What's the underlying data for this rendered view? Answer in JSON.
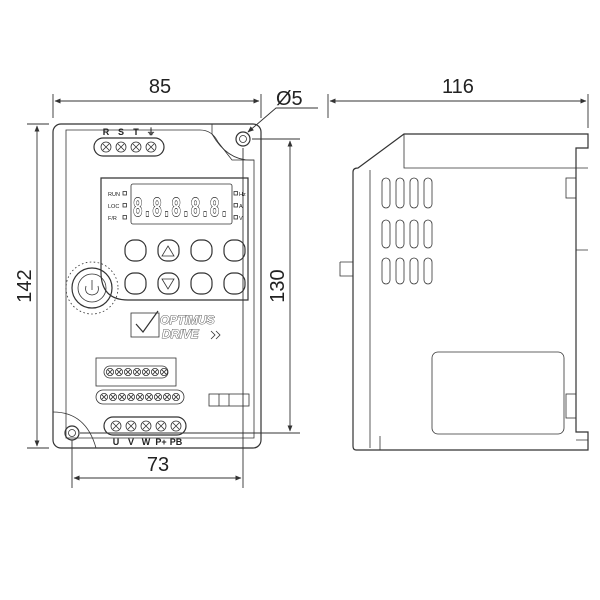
{
  "dimensions": {
    "top_width": "85",
    "hole_diameter": "Ø5",
    "side_depth": "116",
    "overall_height": "142",
    "hole_spacing_vertical": "130",
    "hole_spacing_horizontal": "73"
  },
  "terminals": {
    "input": [
      "R",
      "S",
      "T",
      "⏚"
    ],
    "output": [
      "U",
      "V",
      "W",
      "P+",
      "PB"
    ]
  },
  "display": {
    "digits": "8.8.8.8.8.",
    "left_indicators": [
      "RUN",
      "LOC",
      "F/R"
    ],
    "right_indicators": [
      "Hz",
      "A",
      "V"
    ]
  },
  "logo": {
    "line1": "OPTIMUS",
    "line2": "DRIVE"
  },
  "icons": {
    "up_key": "triangle-up-icon",
    "down_key": "triangle-down-icon",
    "logo_mark": "checkmark-icon",
    "earth": "ground-icon"
  }
}
